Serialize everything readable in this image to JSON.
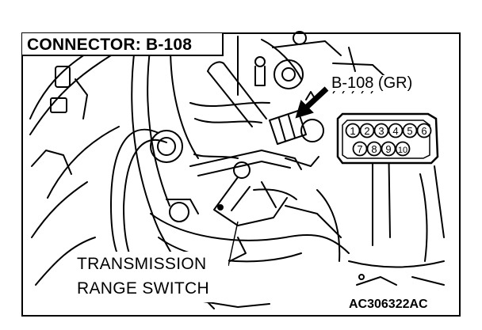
{
  "diagram": {
    "title": "CONNECTOR: B-108",
    "connector_label": "B-108 (GR)",
    "component_label_line1": "TRANSMISSION",
    "component_label_line2": "RANGE SWITCH",
    "figure_code": "AC306322AC",
    "pins_top_row": [
      "1",
      "2",
      "3",
      "4",
      "5",
      "6"
    ],
    "pins_bottom_row": [
      "7",
      "8",
      "9",
      "10"
    ]
  }
}
